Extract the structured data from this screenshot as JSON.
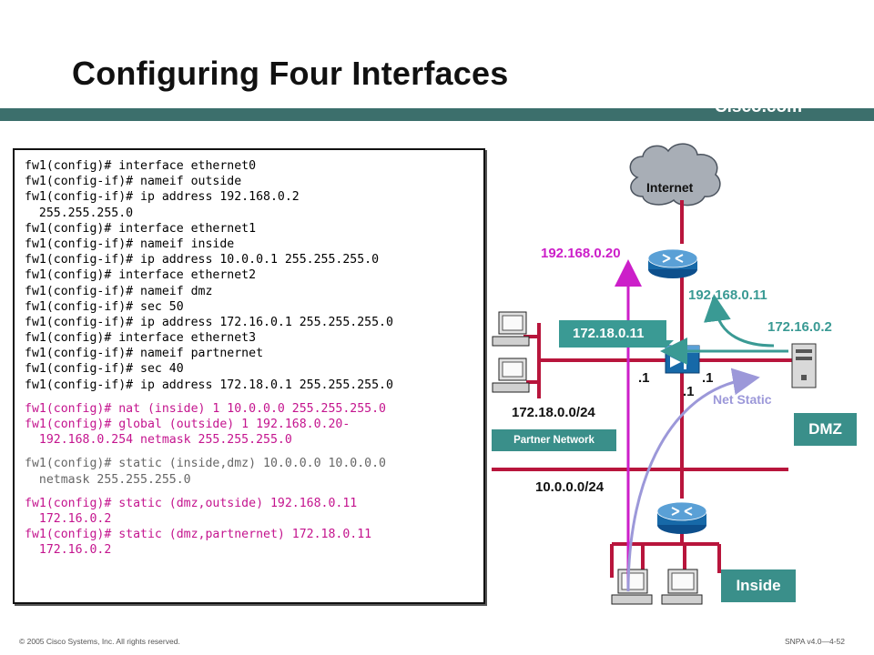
{
  "title": "Configuring Four Interfaces",
  "brand": "Cisco.com",
  "code_lines": {
    "l1": "fw1(config)# interface ethernet0",
    "l2": "fw1(config-if)# nameif outside",
    "l3": "fw1(config-if)# ip address 192.168.0.2",
    "l4": "  255.255.255.0",
    "l5": "fw1(config)# interface ethernet1",
    "l6": "fw1(config-if)# nameif inside",
    "l7": "fw1(config-if)# ip address 10.0.0.1 255.255.255.0",
    "l8": "fw1(config)# interface ethernet2",
    "l9": "fw1(config-if)# nameif dmz",
    "l10": "fw1(config-if)# sec 50",
    "l11": "fw1(config-if)# ip address 172.16.0.1 255.255.255.0",
    "l12": "fw1(config)# interface ethernet3",
    "l13": "fw1(config-if)# nameif partnernet",
    "l14": "fw1(config-if)# sec 40",
    "l15": "fw1(config-if)# ip address 172.18.0.1 255.255.255.0",
    "l16": "fw1(config)# nat (inside) 1 10.0.0.0 255.255.255.0",
    "l17": "fw1(config)# global (outside) 1 192.168.0.20-",
    "l18": "  192.168.0.254 netmask 255.255.255.0",
    "l19": "fw1(config)# static (inside,dmz) 10.0.0.0 10.0.0.0",
    "l20": "  netmask 255.255.255.0",
    "l21": "fw1(config)# static (dmz,outside) 192.168.0.11",
    "l22": "  172.16.0.2",
    "l23": "fw1(config)# static (dmz,partnernet) 172.18.0.11",
    "l24": "  172.16.0.2"
  },
  "diagram": {
    "internet": "Internet",
    "ip_192_168_0_20": "192.168.0.20",
    "ip_192_168_0_11": "192.168.0.11",
    "ip_172_16_0_2": "172.16.0.2",
    "ip_172_18_0_11": "172.18.0.11",
    "dot1_left": ".1",
    "dot1_right": ".1",
    "dot1_bottom": ".1",
    "net_static": "Net Static",
    "net_172_18": "172.18.0.0/24",
    "dmz": "DMZ",
    "partner_network": "Partner Network",
    "net_10": "10.0.0.0/24",
    "inside": "Inside"
  },
  "colors": {
    "magenta": "#cc1fc9",
    "teal": "#3a9a94",
    "crimson": "#b8153c",
    "lavender": "#9c98d9",
    "banner": "#3c6f6c"
  },
  "footer": {
    "left": "© 2005 Cisco Systems, Inc. All rights reserved.",
    "right": "SNPA v4.0—4-52"
  }
}
